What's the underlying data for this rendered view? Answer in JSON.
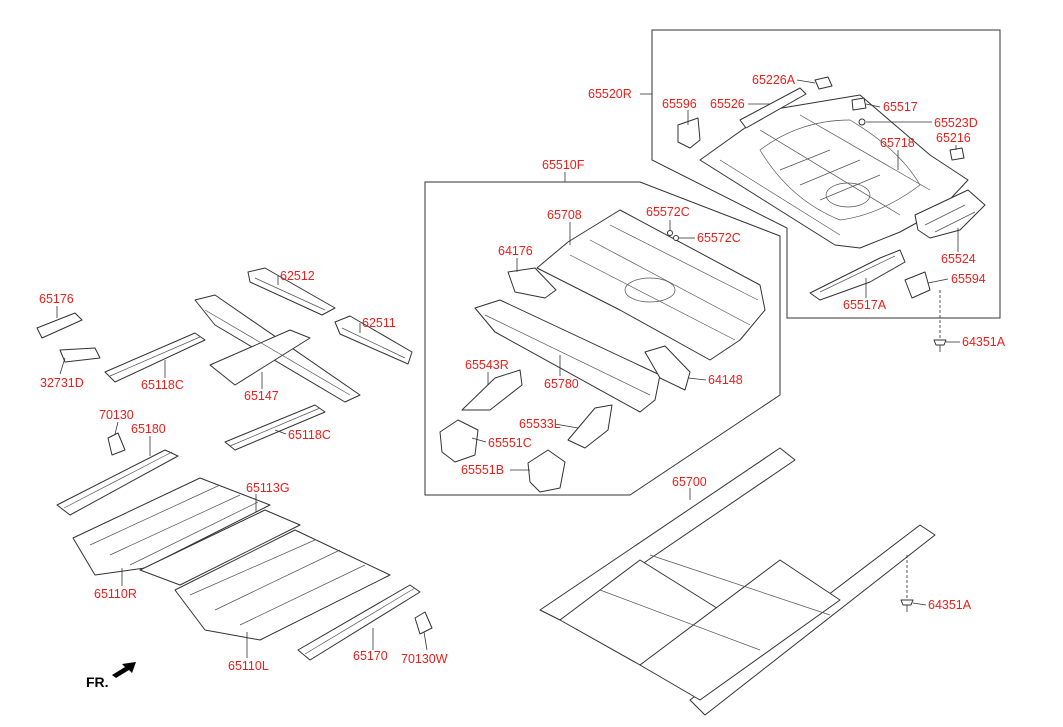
{
  "diagram": {
    "label_color": "#e8201c",
    "fr_label": "FR.",
    "labels": {
      "p65520R": "65520R",
      "p65226A": "65226A",
      "p65596": "65596",
      "p65526": "65526",
      "p65517": "65517",
      "p65523D": "65523D",
      "p65216": "65216",
      "p65718": "65718",
      "p65524": "65524",
      "p65594": "65594",
      "p65517A": "65517A",
      "p64351A_top": "64351A",
      "p65510F": "65510F",
      "p65708": "65708",
      "p65572C_a": "65572C",
      "p65572C_b": "65572C",
      "p64176": "64176",
      "p65543R": "65543R",
      "p65780": "65780",
      "p64148": "64148",
      "p65533L": "65533L",
      "p65551C": "65551C",
      "p65551B": "65551B",
      "p62512": "62512",
      "p62511": "62511",
      "p65176": "65176",
      "p32731D": "32731D",
      "p65118C_a": "65118C",
      "p65147": "65147",
      "p65118C_b": "65118C",
      "p70130": "70130",
      "p65180": "65180",
      "p65113G": "65113G",
      "p65110R": "65110R",
      "p65110L": "65110L",
      "p65170": "65170",
      "p70130W": "70130W",
      "p65700": "65700",
      "p64351A_bottom": "64351A"
    }
  }
}
